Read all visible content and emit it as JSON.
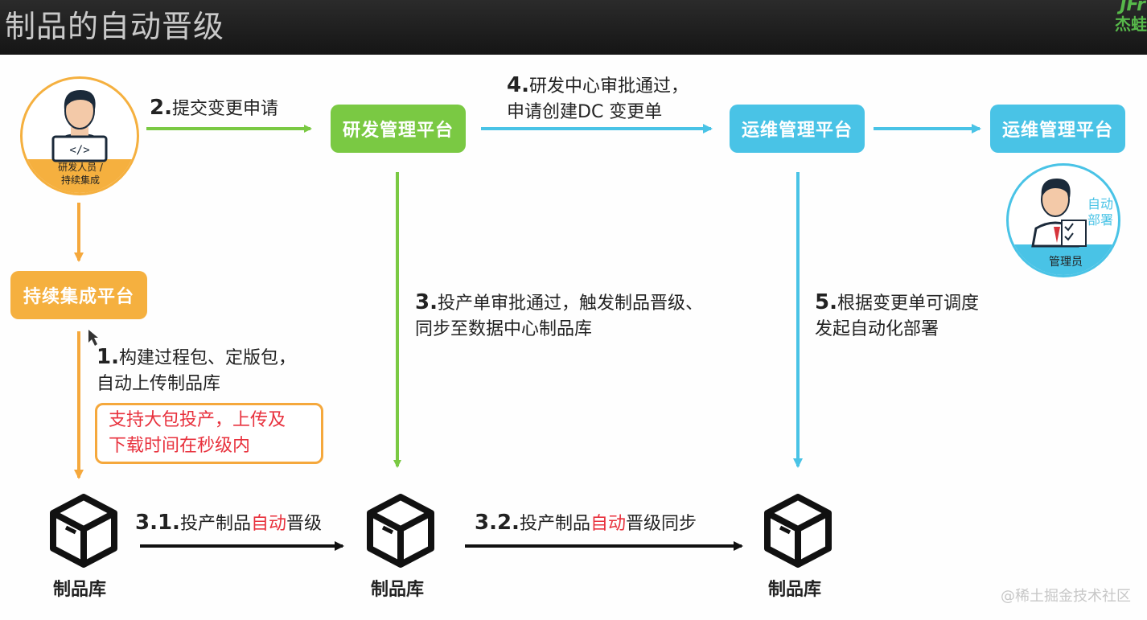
{
  "header": {
    "title": "制品的自动晋级",
    "logo_top": "JFr",
    "logo_bottom": "杰蛙"
  },
  "nodes": {
    "developer": {
      "label_line1": "研发人员 /",
      "label_line2": "持续集成"
    },
    "admin": {
      "side_line1": "自动",
      "side_line2": "部署",
      "label": "管理员"
    },
    "rd_platform": "研发管理平台",
    "ops_platform_1": "运维管理平台",
    "ops_platform_2": "运维管理平台",
    "ci_platform": "持续集成平台"
  },
  "steps": {
    "s2_num": "2.",
    "s2_text": "提交变更申请",
    "s4_num": "4.",
    "s4_line1": "研发中心审批通过，",
    "s4_line2": "申请创建DC 变更单",
    "s1_num": "1.",
    "s1_line1": "构建过程包、定版包，",
    "s1_line2": "自动上传制品库",
    "s1_note_line1": "支持大包投产，上传及",
    "s1_note_line2": "下载时间在秒级内",
    "s3_num": "3.",
    "s3_line1": "投产单审批通过，触发制品晋级、",
    "s3_line2": "同步至数据中心制品库",
    "s5_num": "5.",
    "s5_line1": "根据变更单可调度",
    "s5_line2": "发起自动化部署",
    "s31_num": "3.1.",
    "s31_a": "投产制品",
    "s31_b": "自动",
    "s31_c": "晋级",
    "s32_num": "3.2.",
    "s32_a": "投产制品",
    "s32_b": "自动",
    "s32_c": "晋级同步"
  },
  "repos": [
    "制品库",
    "制品库",
    "制品库"
  ],
  "watermark": "@稀土掘金技术社区",
  "colors": {
    "green": "#7ac943",
    "blue": "#49c3e6",
    "orange": "#f5b03f",
    "red": "#e8313d",
    "dark": "#151515"
  }
}
